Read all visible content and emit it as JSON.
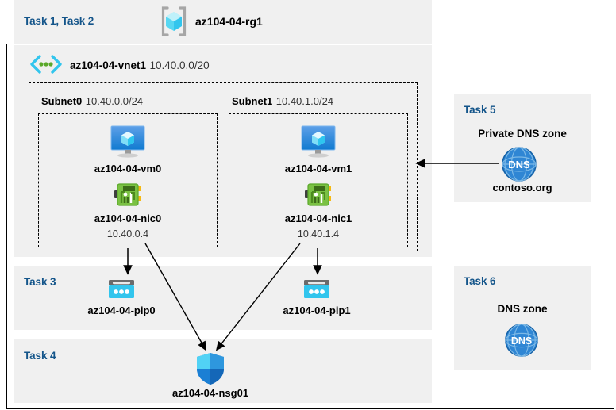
{
  "colors": {
    "task_label": "#14558a",
    "panel_bg": "#f0f0f0",
    "page_bg": "#ffffff",
    "border": "#000000",
    "vm_blue": "#1b86d8",
    "nic_green": "#5aa82a",
    "pip_cyan": "#32c5ed",
    "nsg_blue": "#1b7fd4",
    "dns_blue": "#1f7fd4",
    "vnet_cyan": "#32c5ed",
    "rg_cube": "#50d9f0"
  },
  "header": {
    "task_label": "Task 1, Task 2",
    "rg_icon": "resource-group-icon",
    "rg_name": "az104-04-rg1"
  },
  "vnet": {
    "icon": "vnet-icon",
    "name": "az104-04-vnet1",
    "cidr": "10.40.0.0/20"
  },
  "subnets": [
    {
      "name": "Subnet0",
      "cidr": "10.40.0.0/24",
      "vm": {
        "icon": "virtual-machine-icon",
        "name": "az104-04-vm0"
      },
      "nic": {
        "icon": "network-interface-icon",
        "name": "az104-04-nic0",
        "ip": "10.40.0.4"
      }
    },
    {
      "name": "Subnet1",
      "cidr": "10.40.1.0/24",
      "vm": {
        "icon": "virtual-machine-icon",
        "name": "az104-04-vm1"
      },
      "nic": {
        "icon": "network-interface-icon",
        "name": "az104-04-nic1",
        "ip": "10.40.1.4"
      }
    }
  ],
  "task3": {
    "task_label": "Task 3",
    "pip": {
      "icon": "public-ip-icon",
      "name": "az104-04-pip0"
    }
  },
  "task3b": {
    "pip": {
      "icon": "public-ip-icon",
      "name": "az104-04-pip1"
    }
  },
  "task4": {
    "task_label": "Task 4",
    "nsg": {
      "icon": "network-security-group-icon",
      "name": "az104-04-nsg01"
    }
  },
  "task5": {
    "task_label": "Task 5",
    "zone_title": "Private DNS zone",
    "dns_icon": "dns-zone-icon",
    "zone_name": "contoso.org"
  },
  "task6": {
    "task_label": "Task 6",
    "zone_title": "DNS zone",
    "dns_icon": "dns-zone-icon"
  }
}
